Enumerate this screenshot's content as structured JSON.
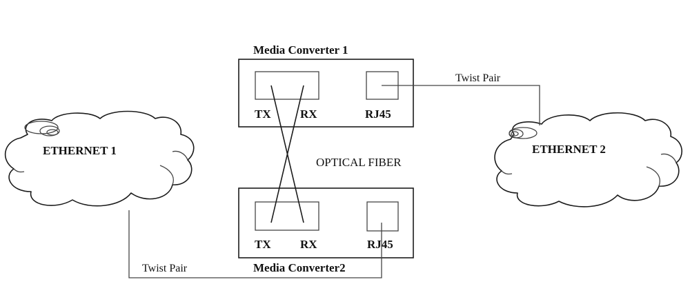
{
  "diagram": {
    "media_converter_1": {
      "title": "Media Converter 1",
      "ports": {
        "tx": "TX",
        "rx": "RX",
        "rj45": "RJ45"
      }
    },
    "media_converter_2": {
      "title": "Media Converter2",
      "ports": {
        "tx": "TX",
        "rx": "RX",
        "rj45": "RJ45"
      }
    },
    "networks": [
      {
        "label": "ETHERNET 1"
      },
      {
        "label": "ETHERNET 2"
      }
    ],
    "links": {
      "optical": "OPTICAL FIBER",
      "twist_pair_top": "Twist Pair",
      "twist_pair_bottom": "Twist Pair"
    }
  }
}
